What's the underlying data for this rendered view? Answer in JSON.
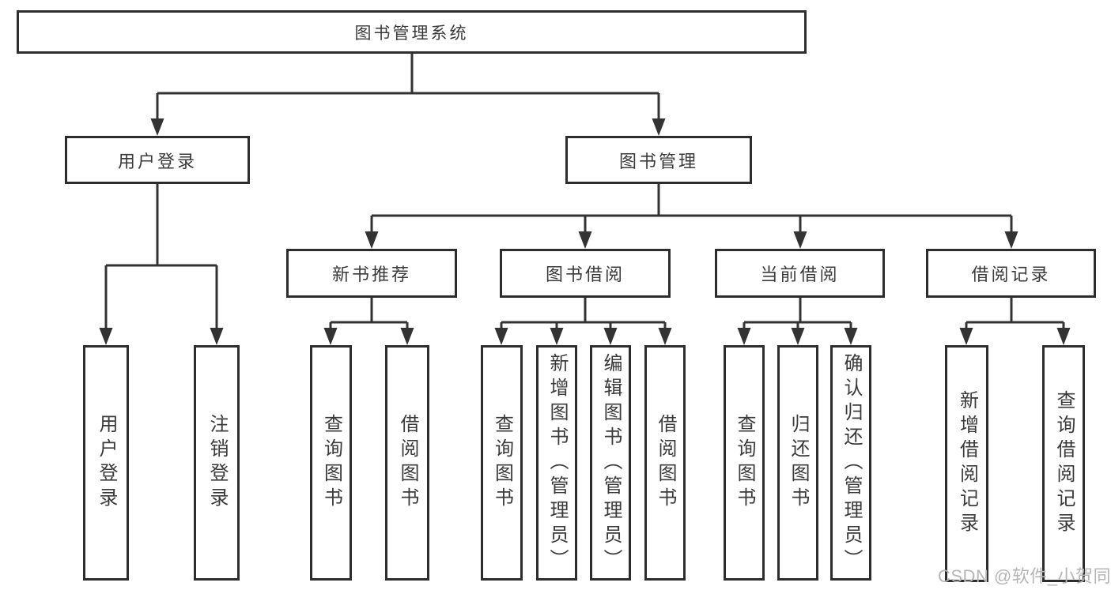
{
  "diagram": {
    "nodes": {
      "root": "图书管理系统",
      "user_login": "用户登录",
      "book_mgmt": "图书管理",
      "new_book": "新书推荐",
      "book_borrow": "图书借阅",
      "current_borrow": "当前借阅",
      "borrow_record": "借阅记录",
      "leaf_user_login": "用户登录",
      "leaf_logout": "注销登录",
      "leaf_nb_query": "查询图书",
      "leaf_nb_borrow": "借阅图书",
      "leaf_bb_query": "查询图书",
      "leaf_bb_add": "新增图书（管理员）",
      "leaf_bb_edit": "编辑图书（管理员）",
      "leaf_bb_borrow": "借阅图书",
      "leaf_cb_query": "查询图书",
      "leaf_cb_return": "归还图书",
      "leaf_cb_confirm": "确认归还（管理员）",
      "leaf_br_add": "新增借阅记录",
      "leaf_br_query": "查询借阅记录"
    },
    "watermark": "CSDN @软件_小贺同学"
  },
  "colors": {
    "line": "#333333",
    "box-border": "#2d2d2d",
    "text": "#3a3a3a",
    "bg": "#ffffff",
    "watermark": "#b5b5b5"
  }
}
